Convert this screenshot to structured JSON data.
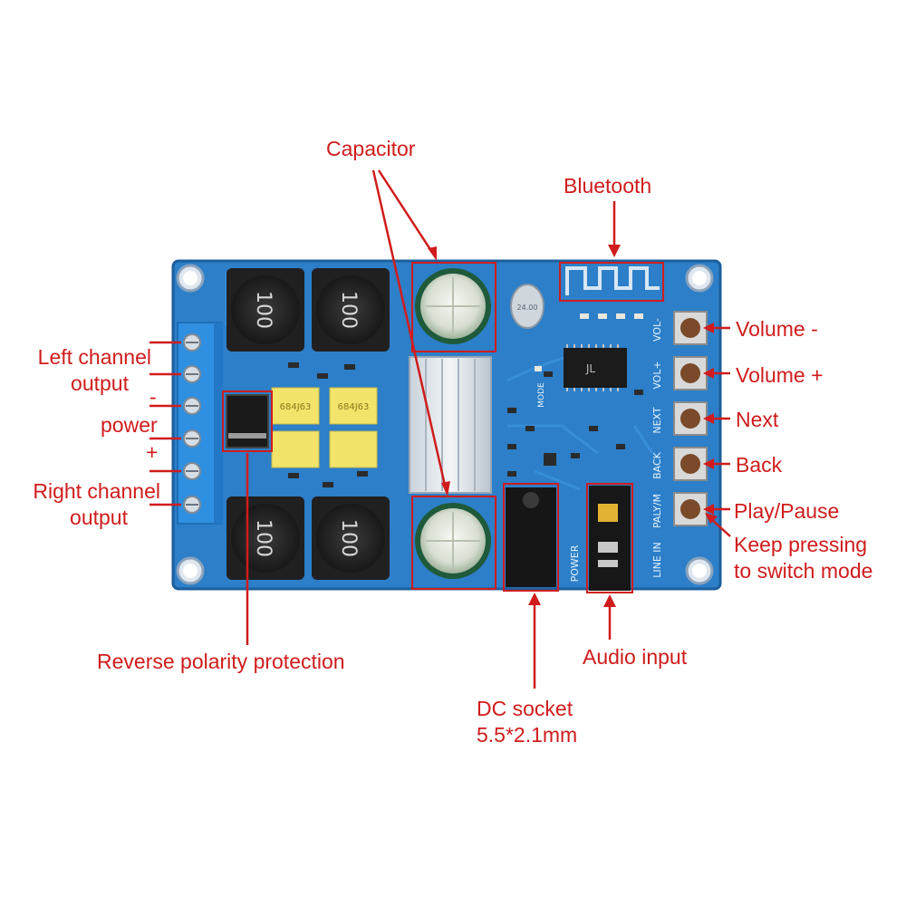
{
  "labels": {
    "capacitor": "Capacitor",
    "bluetooth": "Bluetooth",
    "left_channel_line1": "Left channel",
    "left_channel_line2": "output",
    "minus": "-",
    "power": "power",
    "plus": "+",
    "right_channel_line1": "Right channel",
    "right_channel_line2": "output",
    "volume_minus": "Volume -",
    "volume_plus": "Volume +",
    "next": "Next",
    "back": "Back",
    "play_pause": "Play/Pause",
    "keep_pressing_line1": "Keep pressing",
    "keep_pressing_line2": "to switch mode",
    "reverse_polarity": "Reverse polarity protection",
    "audio_input": "Audio input",
    "dc_socket_line1": "DC socket",
    "dc_socket_line2": "5.5*2.1mm"
  },
  "board": {
    "inductor_marking": "100",
    "film_cap_marking": "684J63",
    "button_labels": [
      "VOL-",
      "VOL+",
      "NEXT",
      "BACK",
      "PALY/M"
    ],
    "jack_label": "LINE IN",
    "power_label": "POWER",
    "mode_label": "MODE",
    "chip_marking": "JL",
    "crystal_marking": "24.00"
  },
  "colors": {
    "annotation": "#d01c1c",
    "pcb": "#2c7fc8",
    "terminal": "#2f8fe0"
  }
}
